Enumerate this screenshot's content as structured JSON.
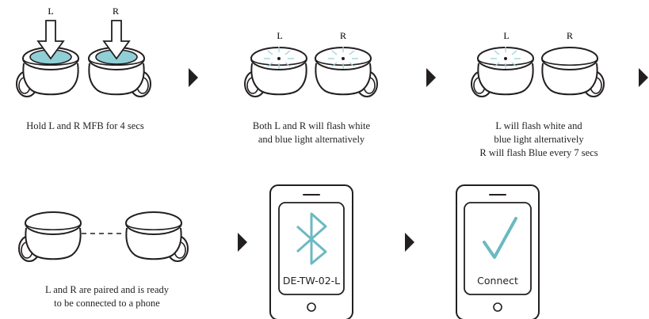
{
  "colors": {
    "outline": "#231f20",
    "accent": "#91cfd6",
    "flash": "#9fd4dc",
    "check": "#6cb9c2"
  },
  "step1": {
    "label_left": "L",
    "label_right": "R",
    "caption": "Hold L and R MFB for 4 secs"
  },
  "step2": {
    "label_left": "L",
    "label_right": "R",
    "caption_line1": "Both L and R will flash white",
    "caption_line2": "and blue light alternatively"
  },
  "step3": {
    "label_left": "L",
    "label_right": "R",
    "caption_line1": "L will flash white and",
    "caption_line2": "blue light alternatively",
    "caption_line3": "R will flash Blue every 7 secs"
  },
  "step4": {
    "caption_line1": "L and R are paired and is ready",
    "caption_line2": "to be connected to a phone"
  },
  "step5": {
    "device_name": "DE-TW-02-L",
    "icon": "bluetooth-icon"
  },
  "step6": {
    "button_label": "Connect",
    "icon": "checkmark-icon"
  }
}
